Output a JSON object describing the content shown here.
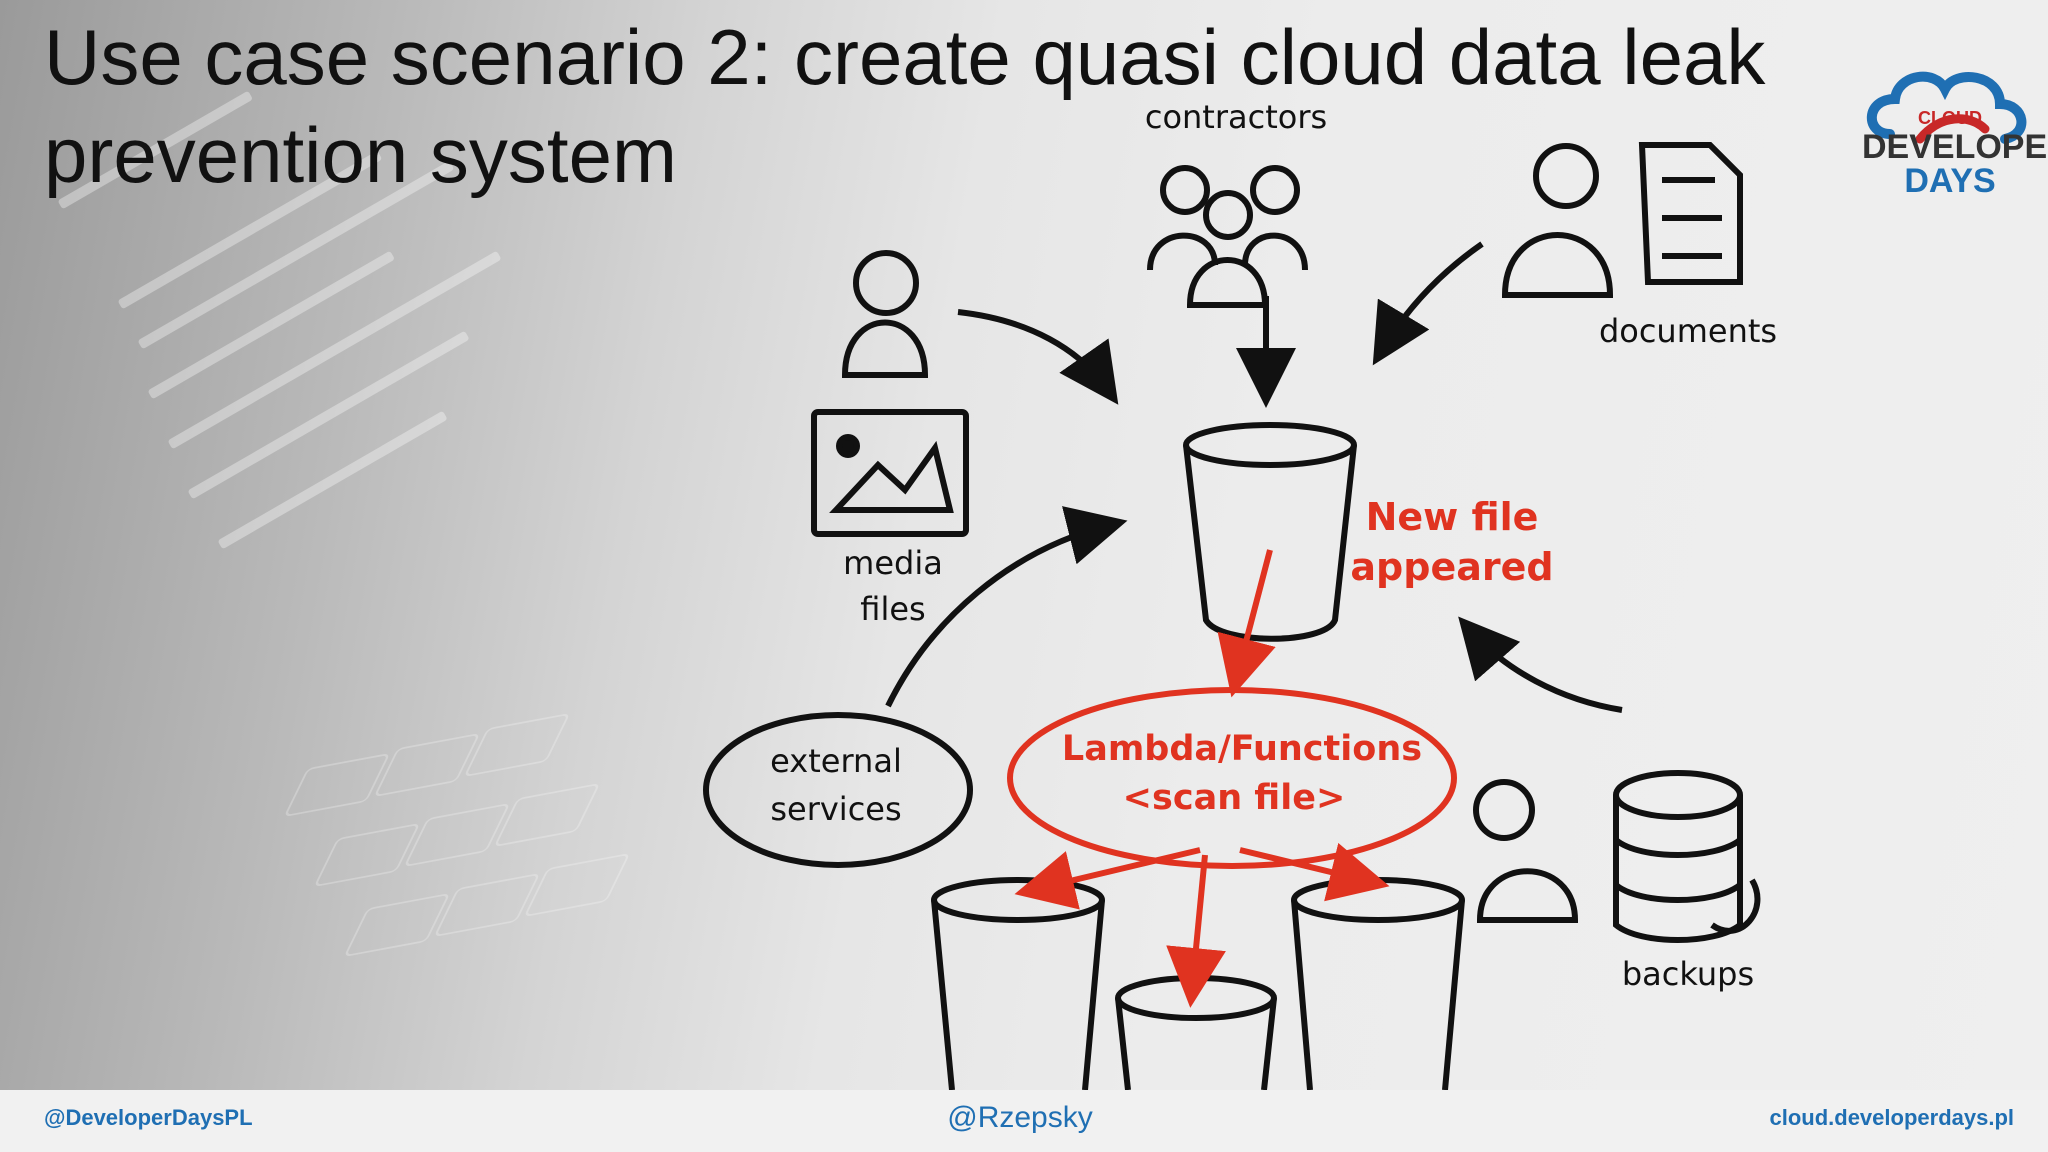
{
  "slide": {
    "title": "Use case scenario 2: create quasi cloud data leak prevention system"
  },
  "logo": {
    "cloud": "CLOUD",
    "developer": "DEVELOPER",
    "days": "DAYS"
  },
  "diagram": {
    "contractors": "contractors",
    "documents": "documents",
    "media_files": "media files",
    "external_services": "external services",
    "new_file": "New file appeared",
    "lambda_line1": "Lambda/Functions",
    "lambda_line2": "<scan file>",
    "backups": "backups"
  },
  "footer": {
    "twitter": "@DeveloperDaysPL",
    "speaker": "@Rzepsky",
    "website": "cloud.developerdays.pl"
  },
  "colors": {
    "accent_red": "#e03320",
    "brand_blue": "#1f6fb3"
  }
}
